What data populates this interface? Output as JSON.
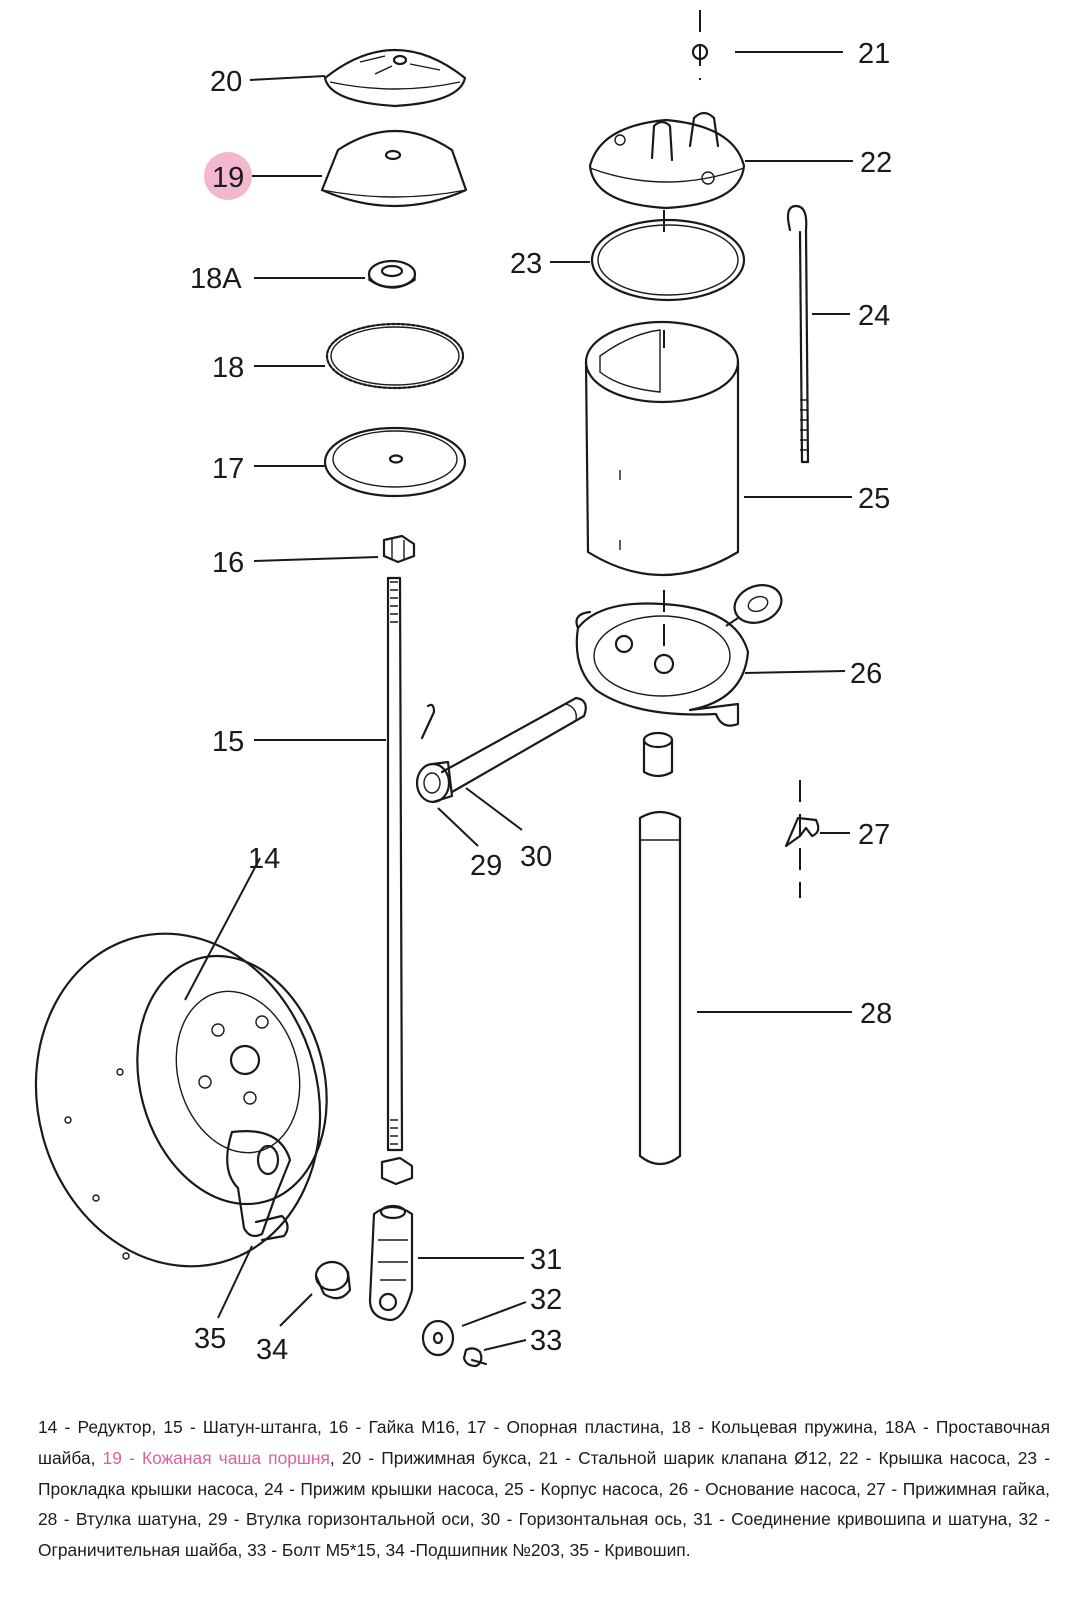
{
  "labels": {
    "p14": "14",
    "p15": "15",
    "p16": "16",
    "p17": "17",
    "p18": "18",
    "p18a": "18A",
    "p19": "19",
    "p20": "20",
    "p21": "21",
    "p22": "22",
    "p23": "23",
    "p24": "24",
    "p25": "25",
    "p26": "26",
    "p27": "27",
    "p28": "28",
    "p29": "29",
    "p30": "30",
    "p31": "31",
    "p32": "32",
    "p33": "33",
    "p34": "34",
    "p35": "35"
  },
  "highlight": {
    "part": "19",
    "marker_color": "#f2b8d0",
    "text_color": "#e0609a"
  },
  "caption": {
    "before": "14 - Редуктор, 15 - Шатун-штанга, 16 - Гайка М16, 17 - Опорная пластина, 18 - Кольцевая пружина, 18А - Проставочная шайба, ",
    "highlighted": "19 - Кожаная чаша поршня",
    "after": ", 20 - Прижимная букса, 21 - Стальной шарик клапана Ø12, 22 - Крышка насоса, 23 - Прокладка крышки насоса, 24 - Прижим крышки насоса, 25 - Корпус насоса, 26 - Основание насоса, 27 - Прижимная гайка, 28 - Втулка шатуна, 29 - Втулка горизонтальной оси, 30 - Горизонтальная ось, 31 - Соединение кривошипа и шатуна, 32 - Ограничительная шайба, 33 - Болт М5*15, 34 -Подшипник №203, 35 - Кривошип."
  }
}
